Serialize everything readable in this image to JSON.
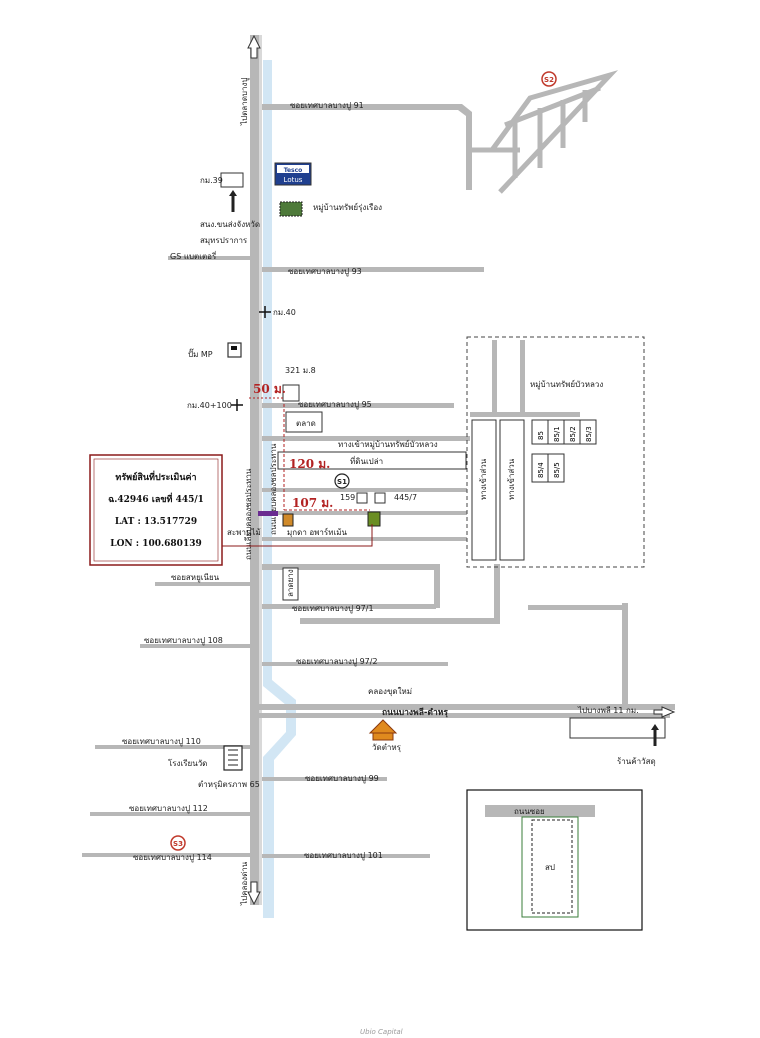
{
  "roads": {
    "main_road": "ถนนเลียบคลองชลประทาน",
    "frontage_road": "ถนนบางพลี-ตำหรุ",
    "soi_91": "ซอยเทศบาลบางปู 91",
    "soi_93": "ซอยเทศบาลบางปู 93",
    "soi_95": "ซอยเทศบาลบางปู 95",
    "soi_97_1": "ซอยเทศบาลบางปู 97/1",
    "soi_97_2": "ซอยเทศบาลบางปู 97/2",
    "soi_99": "ซอยเทศบาลบางปู 99",
    "soi_101": "ซอยเทศบาลบางปู 101",
    "soi_108": "ซอยเทศบาลบางปู 108",
    "soi_110": "ซอยเทศบาลบางปู 110",
    "soi_112": "ซอยเทศบาลบางปู 112",
    "soi_114": "ซอยเทศบาลบางปู 114",
    "soi_suksan": "ซอยสหยูเนียน",
    "village_road": "ทางเข้าหมู่บ้านทรัพย์บัวหลวง",
    "to_top": "ไปตลาดบางปู",
    "to_bottom": "ไปคลองด่าน",
    "to_right": "ไปบางพลี 11 กม.",
    "canal": "คลองขุดใหม่",
    "road_ditch": "ลาดยาง",
    "inner_left": "ทางเข้าส่วน",
    "inner_right": "ทางเข้าส่วน"
  },
  "places": {
    "lotus_top": "Tesco",
    "lotus_bottom": "Lotus",
    "km39": "กม.39",
    "km40": "กม.40",
    "km40_100": "กม.40+100",
    "police_1": "สนง.ขนส่งจังหวัด",
    "police_2": "สมุทรปราการ",
    "gs_battery": "GS แบตเตอรี่",
    "village_rungrueang": "หมู่บ้านทรัพย์รุ่งเรือง",
    "pump_mp": "ปั๊ม MP",
    "house_321": "321 ม.8",
    "market": "ตลาด",
    "vacant_land": "ที่ดินเปล่า",
    "house_159": "159",
    "house_445_7": "445/7",
    "apartment": "มุกดา อพาร์ทเม้น",
    "wood_bridge": "สะพานไม้",
    "village_bualuang": "หมู่บ้านทรัพย์บัวหลวง",
    "wat_tamru": "วัดตำหรุ",
    "school_1": "โรงเรียนวัด",
    "school_2": "ตำหรุมิตรภาพ 65",
    "shop": "ร้านค้าวัสดุ",
    "lot_85": "85",
    "lot_85_1": "85/1",
    "lot_85_2": "85/2",
    "lot_85_3": "85/3",
    "lot_85_4": "85/4",
    "lot_85_5": "85/5"
  },
  "distances": {
    "d50": "50 ม.",
    "d120": "120 ม.",
    "d107": "107 ม."
  },
  "markers": {
    "s1": "S1",
    "s2": "S2",
    "s3": "S3"
  },
  "info_box": {
    "title": "ทรัพย์สินที่ประเมินค่า",
    "deed": "ฉ.42946  เลขที่ 445/1",
    "lat": "LAT : 13.517729",
    "lon": "LON : 100.680139"
  },
  "inset": {
    "road": "ถนนซอย",
    "plot": "สป"
  },
  "watermark": "Ubio Capital",
  "colors": {
    "road": "#b7b7b7",
    "canal": "#d2e6f4",
    "distance": "#b22222",
    "marker": "#c0392b",
    "box_border": "#8b1a1a"
  }
}
